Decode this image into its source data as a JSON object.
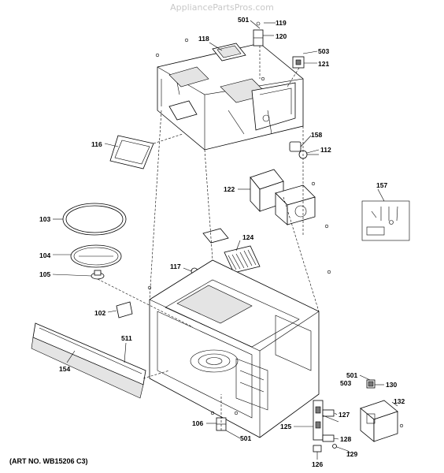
{
  "watermark": "AppliancePartsPros.com",
  "caption": "(ART NO. WB15206 C3)",
  "callouts": {
    "c501a": "501",
    "c119": "119",
    "c118": "118",
    "c120": "120",
    "c503a": "503",
    "c121": "121",
    "c116": "116",
    "c158": "158",
    "c112": "112",
    "c122": "122",
    "c157": "157",
    "c103": "103",
    "c124": "124",
    "c104": "104",
    "c117": "117",
    "c105": "105",
    "c102": "102",
    "c511": "511",
    "c154": "154",
    "c501b": "501",
    "c130": "130",
    "c503b": "503",
    "c132": "132",
    "c127": "127",
    "c106": "106",
    "c125": "125",
    "c128": "128",
    "c501c": "501",
    "c126": "126",
    "c129": "129"
  }
}
